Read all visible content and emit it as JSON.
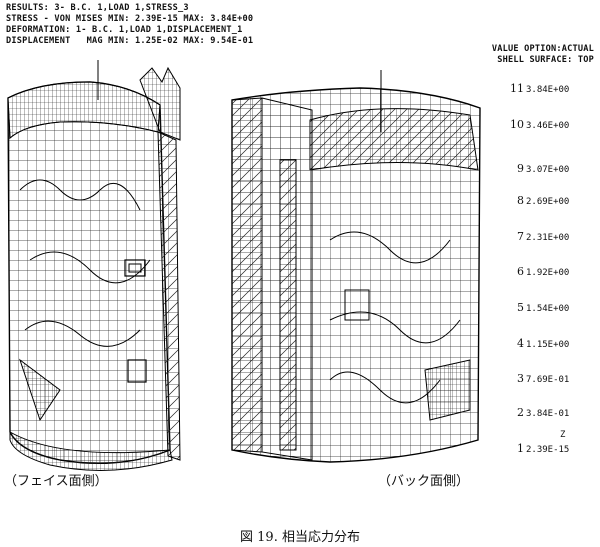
{
  "header": {
    "results": "RESULTS: 3- B.C. 1,LOAD 1,STRESS_3",
    "stress": "STRESS - VON MISES MIN: 2.39E-15 MAX: 3.84E+00",
    "deformation": "DEFORMATION: 1- B.C. 1,LOAD 1,DISPLACEMENT_1",
    "displacement": "DISPLACEMENT   MAG MIN: 1.25E-02 MAX: 9.54E-01"
  },
  "options": {
    "value_option": "VALUE OPTION:ACTUAL",
    "shell_surface": "SHELL SURFACE: TOP"
  },
  "legend": [
    {
      "level": "11",
      "value": "3.84E+00"
    },
    {
      "level": "10",
      "value": "3.46E+00"
    },
    {
      "level": "9",
      "value": "3.07E+00"
    },
    {
      "level": "8",
      "value": "2.69E+00"
    },
    {
      "level": "7",
      "value": "2.31E+00"
    },
    {
      "level": "6",
      "value": "1.92E+00"
    },
    {
      "level": "5",
      "value": "1.54E+00"
    },
    {
      "level": "4",
      "value": "1.15E+00"
    },
    {
      "level": "3",
      "value": "7.69E-01"
    },
    {
      "level": "2",
      "value": "3.84E-01"
    },
    {
      "level": "1",
      "value": "2.39E-15"
    }
  ],
  "views": {
    "left_label": "（フェイス面側）",
    "right_label": "（バック面側）"
  },
  "axis_label": "Z",
  "caption": "図 19.  相当応力分布"
}
